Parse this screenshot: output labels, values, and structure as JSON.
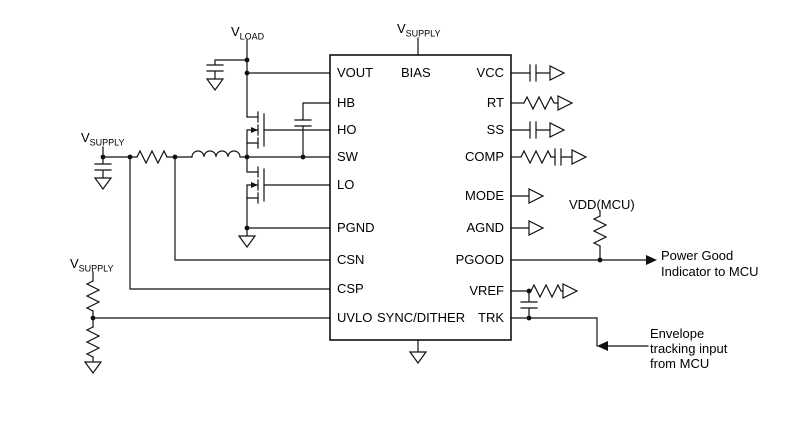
{
  "chip": {
    "left_pins": [
      "VOUT",
      "HB",
      "HO",
      "SW",
      "LO",
      "PGND",
      "CSN",
      "CSP",
      "UVLO"
    ],
    "right_pins": [
      "VCC",
      "RT",
      "SS",
      "COMP",
      "MODE",
      "AGND",
      "PGOOD",
      "VREF",
      "TRK"
    ],
    "top_pins": [
      "BIAS"
    ],
    "bottom_pins": [
      "SYNC/DITHER"
    ]
  },
  "net_labels": {
    "vload": {
      "main": "V",
      "sub": "LOAD"
    },
    "vsupply_top": {
      "main": "V",
      "sub": "SUPPLY"
    },
    "vsupply_input": {
      "main": "V",
      "sub": "SUPPLY"
    },
    "vsupply_uvlo": {
      "main": "V",
      "sub": "SUPPLY"
    },
    "vdd_mcu": "VDD(MCU)"
  },
  "annotations": {
    "pgood_line1": "Power Good",
    "pgood_line2": "Indicator to MCU",
    "trk_line1": "Envelope",
    "trk_line2": "tracking input",
    "trk_line3": "from MCU"
  },
  "components": [
    "high-side-mosfet",
    "low-side-mosfet",
    "inductor",
    "current-sense-resistor",
    "input-capacitor",
    "output-capacitor",
    "bootstrap-capacitor",
    "uvlo-resistor-divider",
    "vcc-capacitor",
    "rt-resistor",
    "ss-capacitor",
    "comp-rc-network",
    "vref-rc-network",
    "pgood-pullup-resistor",
    "ground-symbols",
    "offpage-connectors"
  ],
  "colors": {
    "wire": "#111111",
    "background": "#ffffff",
    "text": "#000000"
  }
}
